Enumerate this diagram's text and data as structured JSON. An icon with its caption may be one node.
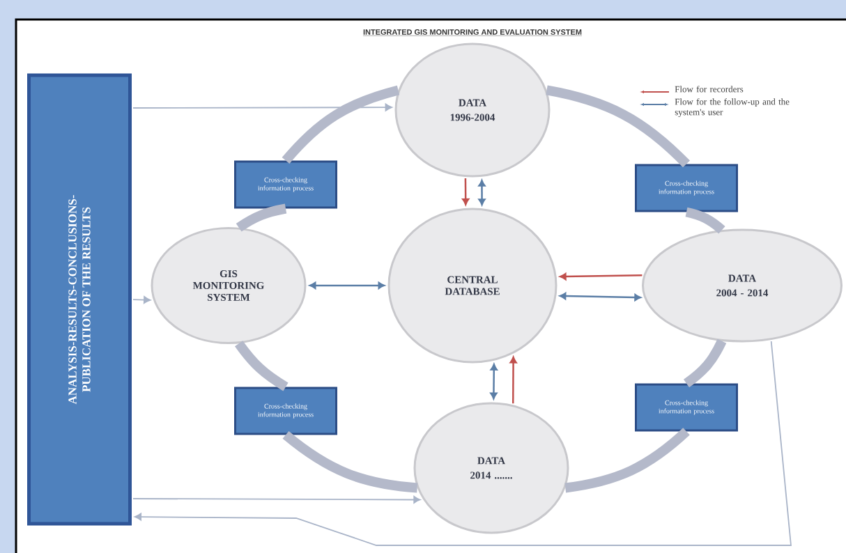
{
  "diagram": {
    "title": "INTEGRATED GIS MONITORING AND EVALUATION SYSTEM",
    "nodes": [
      {
        "text": [
          "ANALYSIS-RESULTS-CONCLUSIONS- PUBLICATION OF THE RESULTS"
        ]
      },
      {
        "text": [
          "DATA",
          "1996-2004"
        ]
      },
      {
        "text": [
          "Cross-checking information process"
        ]
      },
      {
        "text": [
          "Cross-checking information process"
        ]
      },
      {
        "text": [
          "GIS MONITORING SYSTEM"
        ]
      },
      {
        "text": [
          "CENTRAL DATABASE"
        ]
      },
      {
        "text": [
          "DATA",
          "2004 - 2014"
        ]
      },
      {
        "text": [
          "Cross-checking information process"
        ]
      },
      {
        "text": [
          "Cross-checking information process"
        ]
      },
      {
        "text": [
          "DATA",
          "2014 ......."
        ]
      }
    ],
    "edges": [
      {
        "from": 0,
        "to": 1,
        "arrow": "to",
        "color": "#a9b4c8"
      },
      {
        "from": 0,
        "to": 4,
        "arrow": "to",
        "color": "#a9b4c8"
      },
      {
        "from": 0,
        "to": 9,
        "arrow": "to",
        "color": "#a9b4c8"
      },
      {
        "from": 6,
        "to": 0,
        "arrow": "to",
        "color": "#a9b4c8"
      },
      {
        "from": 1,
        "to": 5,
        "arrow": "to",
        "color": "#c0504d"
      },
      {
        "from": 1,
        "to": 5,
        "arrow": "both",
        "color": "#5b7ea6"
      },
      {
        "from": 6,
        "to": 5,
        "arrow": "to",
        "color": "#c0504d"
      },
      {
        "from": 6,
        "to": 5,
        "arrow": "both",
        "color": "#5b7ea6"
      },
      {
        "from": 9,
        "to": 5,
        "arrow": "to",
        "color": "#c0504d"
      },
      {
        "from": 9,
        "to": 5,
        "arrow": "both",
        "color": "#5b7ea6"
      },
      {
        "from": 4,
        "to": 5,
        "arrow": "both",
        "color": "#5b7ea6"
      },
      {
        "from": 1,
        "to": 3,
        "arrow": "none",
        "style": "thick",
        "color": "#b4b9ca"
      },
      {
        "from": 3,
        "to": 6,
        "arrow": "none",
        "style": "thick",
        "color": "#b4b9ca"
      },
      {
        "from": 6,
        "to": 8,
        "arrow": "none",
        "style": "thick",
        "color": "#b4b9ca"
      },
      {
        "from": 8,
        "to": 9,
        "arrow": "none",
        "style": "thick",
        "color": "#b4b9ca"
      },
      {
        "from": 9,
        "to": 7,
        "arrow": "none",
        "style": "thick",
        "color": "#b4b9ca"
      },
      {
        "from": 7,
        "to": 4,
        "arrow": "none",
        "style": "thick",
        "color": "#b4b9ca"
      },
      {
        "from": 4,
        "to": 2,
        "arrow": "none",
        "style": "thick",
        "color": "#b4b9ca"
      },
      {
        "from": 2,
        "to": 1,
        "arrow": "none",
        "style": "thick",
        "color": "#b4b9ca"
      }
    ],
    "legend": [
      {
        "text": "Flow for recorders"
      },
      {
        "text": "Flow for the follow-up and the system's user"
      }
    ]
  }
}
